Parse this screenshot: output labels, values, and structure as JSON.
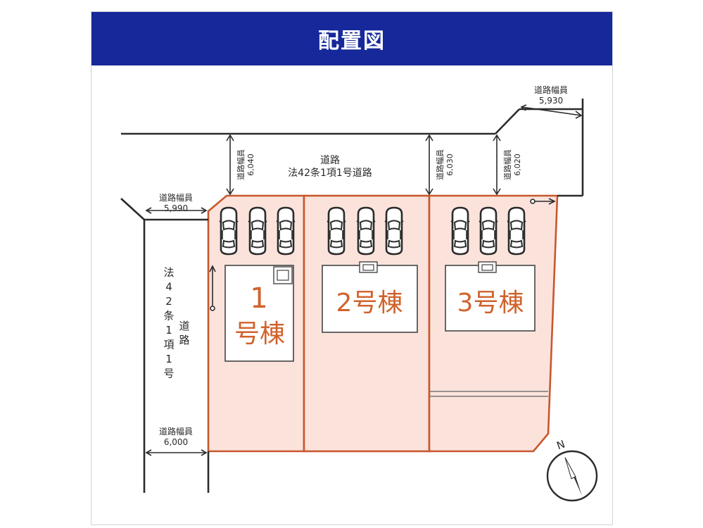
{
  "title": "配置図",
  "colors": {
    "header_bg": "#16289a",
    "lot_fill": "#fbe3dc",
    "lot_border": "#c8572c",
    "building_text": "#d0622c",
    "road_line": "#2b2b2b"
  },
  "roads": {
    "top_name_line1": "道路",
    "top_name_line2": "法42条1項1号道路",
    "left_name_vertical_col1": "法42条1項1号",
    "left_name_vertical_col2": "道路",
    "width_label": "道路幅員",
    "widths": {
      "top_right_upper": "5,930",
      "left_upper": "5,990",
      "left_lower": "6,000",
      "top_left_vertical": "6,040",
      "top_mid_vertical": "6,030",
      "top_right_vertical": "6,020"
    }
  },
  "buildings": [
    {
      "label_line1": "1",
      "label_line2": "号棟"
    },
    {
      "label": "2号棟"
    },
    {
      "label": "3号棟"
    }
  ],
  "compass": {
    "north": "N"
  },
  "parking": {
    "per_lot": 3,
    "icon": "car-top-icon"
  }
}
